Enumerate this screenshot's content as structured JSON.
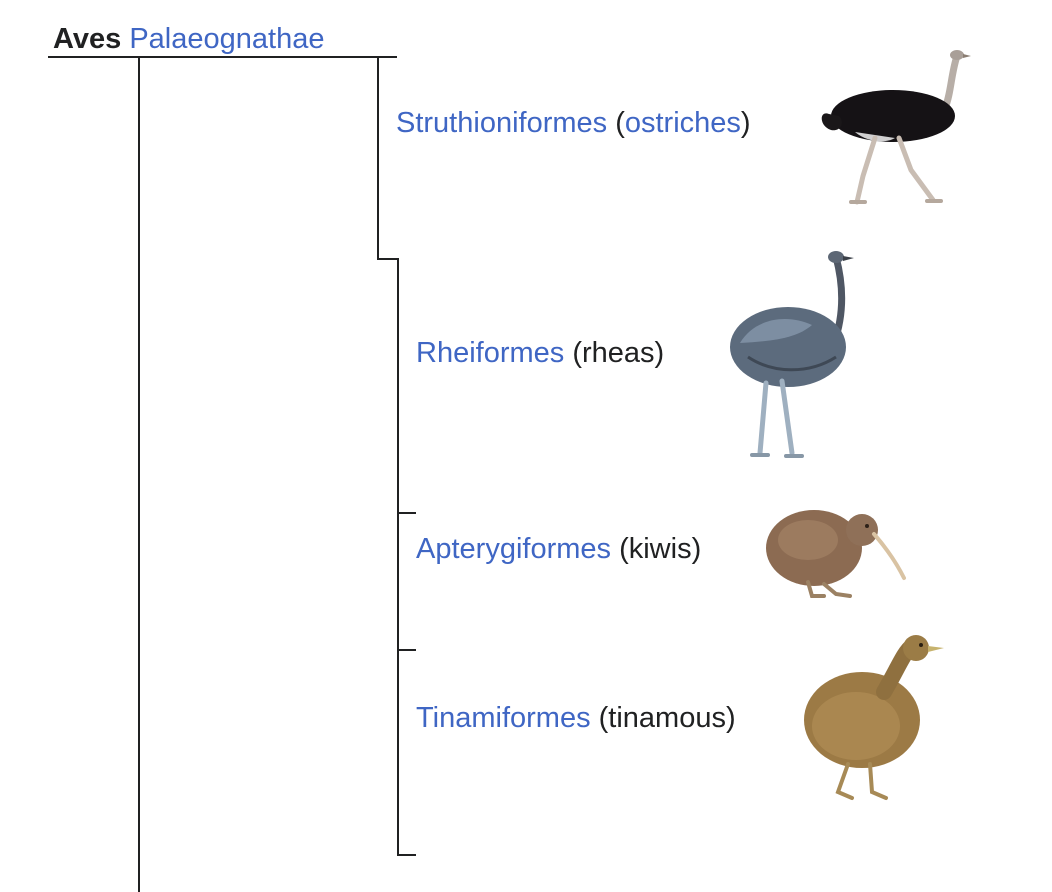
{
  "root": {
    "label": "Aves",
    "link": "Palaeognathae"
  },
  "taxa": [
    {
      "name": "Struthioniformes",
      "open": " (",
      "common": "ostriches",
      "close": ")",
      "common_is_link": true,
      "image": "ostrich"
    },
    {
      "name": "Rheiformes",
      "common": "(rheas)",
      "image": "rhea"
    },
    {
      "name": "Apterygiformes",
      "common": "(kiwis)",
      "image": "kiwi"
    },
    {
      "name": "Tinamiformes",
      "common": "(tinamous)",
      "image": "tinamou"
    }
  ],
  "colors": {
    "link": "#3f66c4",
    "line": "#202122",
    "text": "#202122"
  }
}
